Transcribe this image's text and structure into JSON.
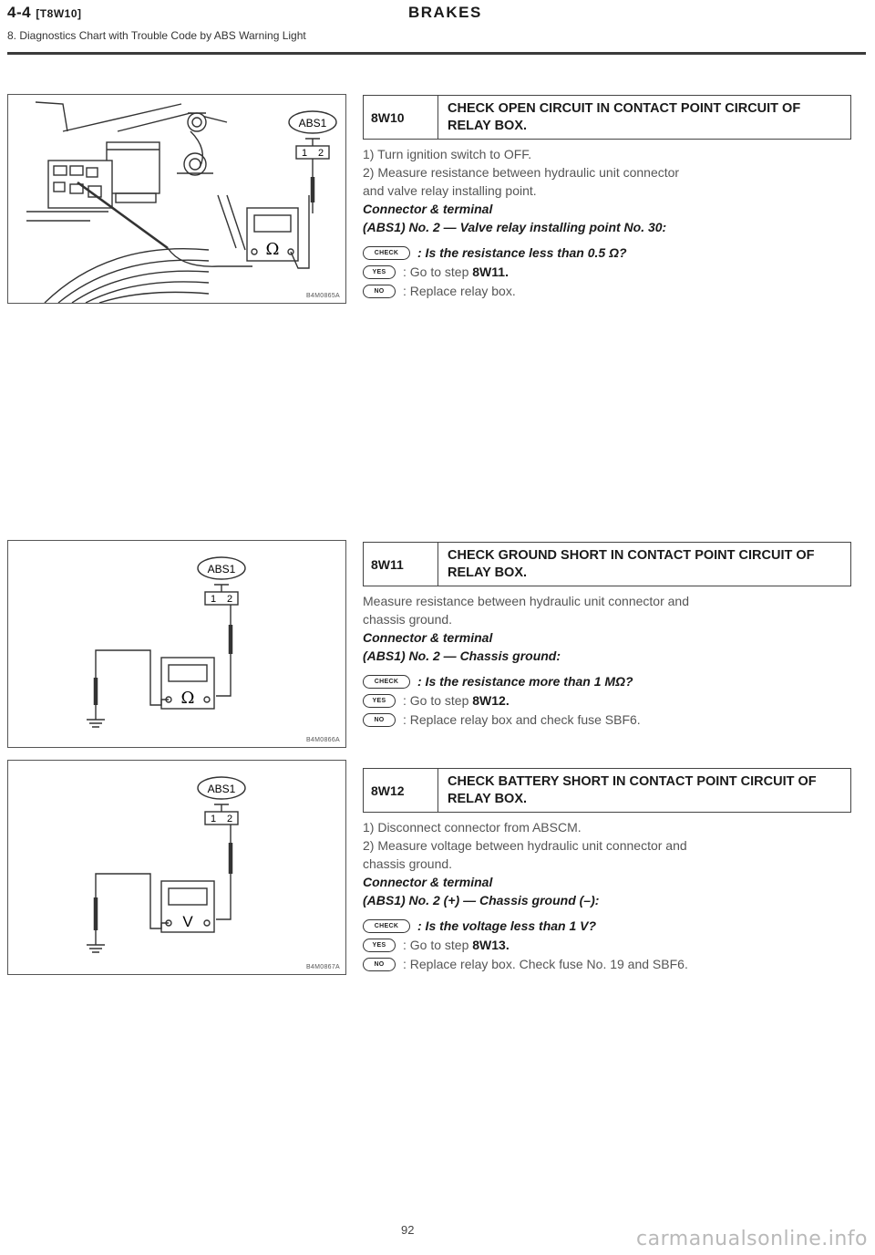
{
  "header": {
    "section": "4-4",
    "code": "[T8W10]",
    "title": "BRAKES",
    "subtitle": "8. Diagnostics Chart with Trouble Code by ABS Warning Light"
  },
  "figures": [
    {
      "connector": "ABS1",
      "pins": [
        "1",
        "2"
      ],
      "meter": "Ω",
      "code": "B4M0865A"
    },
    {
      "connector": "ABS1",
      "pins": [
        "1",
        "2"
      ],
      "meter": "Ω",
      "code": "B4M0866A"
    },
    {
      "connector": "ABS1",
      "pins": [
        "1",
        "2"
      ],
      "meter": "V",
      "code": "B4M0867A"
    }
  ],
  "pills": {
    "check": "CHECK",
    "yes": "YES",
    "no": "NO"
  },
  "steps": [
    {
      "id": "8W10",
      "title": "CHECK OPEN CIRCUIT IN CONTACT POINT CIRCUIT OF RELAY BOX.",
      "lines": [
        "1) Turn ignition switch to OFF.",
        "2) Measure resistance between hydraulic unit connector",
        "and valve relay installing point."
      ],
      "bold_lines": [
        "Connector & terminal",
        "(ABS1) No. 2 — Valve relay installing point No. 30:"
      ],
      "check": ": Is the resistance less than 0.5 Ω?",
      "yes_prefix": ": Go to step ",
      "yes_step": "8W11.",
      "no": ": Replace relay box."
    },
    {
      "id": "8W11",
      "title": "CHECK GROUND SHORT IN CONTACT POINT CIRCUIT OF RELAY BOX.",
      "lines": [
        "Measure resistance between hydraulic unit connector and",
        "chassis ground."
      ],
      "bold_lines": [
        "Connector & terminal",
        "(ABS1) No. 2 — Chassis ground:"
      ],
      "check": ": Is the resistance more than 1 MΩ?",
      "yes_prefix": ": Go to step ",
      "yes_step": "8W12.",
      "no": ": Replace relay box and check fuse SBF6."
    },
    {
      "id": "8W12",
      "title": "CHECK BATTERY SHORT IN CONTACT POINT CIRCUIT OF RELAY BOX.",
      "lines": [
        "1) Disconnect connector from ABSCM.",
        "2) Measure voltage between hydraulic unit connector and",
        "chassis ground."
      ],
      "bold_lines": [
        "Connector & terminal",
        "(ABS1) No. 2 (+) — Chassis ground (–):"
      ],
      "check": ": Is the voltage less than 1 V?",
      "yes_prefix": ": Go to step ",
      "yes_step": "8W13.",
      "no": ": Replace relay box. Check fuse No. 19 and SBF6."
    }
  ],
  "page_number": "92",
  "watermark": "carmanualsonline.info"
}
